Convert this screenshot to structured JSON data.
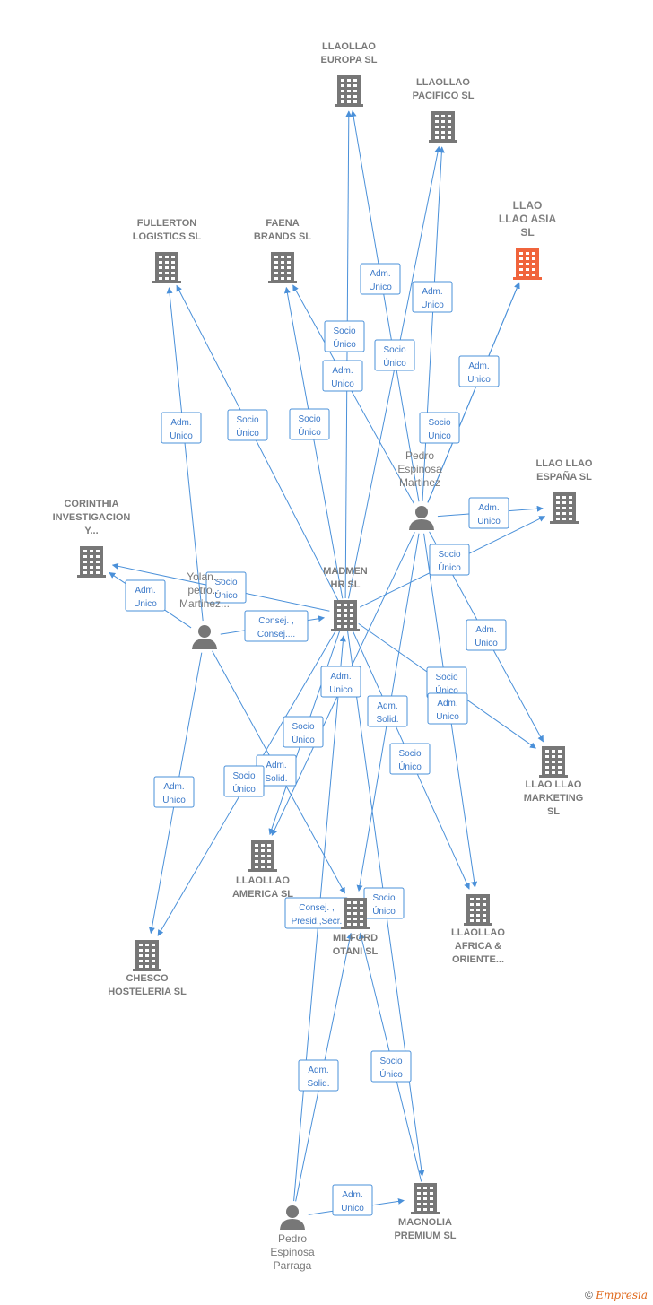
{
  "nodes": [
    {
      "id": "llaollao_europa",
      "type": "company",
      "label": [
        "LLAOLLAO",
        "EUROPA  SL"
      ]
    },
    {
      "id": "llaollao_pacifico",
      "type": "company",
      "label": [
        "LLAOLLAO",
        "PACIFICO  SL"
      ]
    },
    {
      "id": "llao_asia",
      "type": "company",
      "focus": true,
      "label": [
        "LLAO",
        "LLAO ASIA",
        "SL"
      ]
    },
    {
      "id": "fullerton",
      "type": "company",
      "label": [
        "FULLERTON",
        "LOGISTICS  SL"
      ]
    },
    {
      "id": "faena",
      "type": "company",
      "label": [
        "FAENA",
        "BRANDS  SL"
      ]
    },
    {
      "id": "pedro_martinez",
      "type": "person",
      "label": [
        "Pedro",
        "Espinosa",
        "Martinez"
      ]
    },
    {
      "id": "llao_espana",
      "type": "company",
      "label": [
        "LLAO LLAO",
        "ESPAÑA  SL"
      ]
    },
    {
      "id": "corinthia",
      "type": "company",
      "label": [
        "CORINTHIA",
        "INVESTIGACION",
        "Y..."
      ]
    },
    {
      "id": "yolanda",
      "type": "person",
      "label": [
        "Yolan...",
        "petro...",
        "Martinez..."
      ]
    },
    {
      "id": "madmen",
      "type": "company",
      "label": [
        "MADMEN",
        "HR  SL"
      ]
    },
    {
      "id": "llao_marketing",
      "type": "company",
      "label": [
        "LLAO LLAO",
        "MARKETING",
        "SL"
      ]
    },
    {
      "id": "llaollao_america",
      "type": "company",
      "label": [
        "LLAOLLAO",
        "AMERICA  SL"
      ]
    },
    {
      "id": "milford",
      "type": "company",
      "label": [
        "MILFORD",
        "OTANI  SL"
      ]
    },
    {
      "id": "llaollao_africa",
      "type": "company",
      "label": [
        "LLAOLLAO",
        "AFRICA &",
        "ORIENTE..."
      ]
    },
    {
      "id": "chesco",
      "type": "company",
      "label": [
        "CHESCO",
        "HOSTELERIA SL"
      ]
    },
    {
      "id": "magnolia",
      "type": "company",
      "label": [
        "MAGNOLIA",
        "PREMIUM  SL"
      ]
    },
    {
      "id": "pedro_parraga",
      "type": "person",
      "label": [
        "Pedro",
        "Espinosa",
        "Parraga"
      ]
    }
  ],
  "edges": [
    {
      "from": "pedro_martinez",
      "to": "llaollao_europa",
      "label": [
        "Adm.",
        "Unico"
      ]
    },
    {
      "from": "madmen",
      "to": "llaollao_europa",
      "label": [
        "Socio",
        "Único"
      ]
    },
    {
      "from": "madmen",
      "to": "llaollao_pacifico",
      "label": [
        "Socio",
        "Único"
      ]
    },
    {
      "from": "pedro_martinez",
      "to": "llaollao_pacifico",
      "label": [
        "Adm.",
        "Unico"
      ]
    },
    {
      "from": "pedro_martinez",
      "to": "llao_asia",
      "label": [
        "Socio",
        "Único"
      ]
    },
    {
      "from": "pedro_martinez",
      "to": "llao_asia",
      "label": [
        "Adm.",
        "Unico"
      ]
    },
    {
      "from": "yolanda",
      "to": "fullerton",
      "label": [
        "Adm.",
        "Unico"
      ]
    },
    {
      "from": "madmen",
      "to": "fullerton",
      "label": [
        "Socio",
        "Único"
      ]
    },
    {
      "from": "madmen",
      "to": "faena",
      "label": [
        "Socio",
        "Único"
      ]
    },
    {
      "from": "pedro_martinez",
      "to": "faena",
      "label": [
        "Adm.",
        "Unico"
      ]
    },
    {
      "from": "pedro_martinez",
      "to": "llao_espana",
      "label": [
        "Adm.",
        "Unico"
      ]
    },
    {
      "from": "madmen",
      "to": "llao_espana",
      "label": [
        "Socio",
        "Único"
      ]
    },
    {
      "from": "madmen",
      "to": "corinthia",
      "label": [
        "Socio",
        "Único"
      ]
    },
    {
      "from": "yolanda",
      "to": "corinthia",
      "label": [
        "Adm.",
        "Unico"
      ]
    },
    {
      "from": "yolanda",
      "to": "madmen",
      "label": [
        "Consej. ,",
        "Consej...."
      ]
    },
    {
      "from": "pedro_martinez",
      "to": "llao_marketing",
      "label": [
        "Adm.",
        "Unico"
      ]
    },
    {
      "from": "madmen",
      "to": "llao_marketing",
      "label": [
        "Socio",
        "Único"
      ]
    },
    {
      "from": "pedro_martinez",
      "to": "llaollao_america",
      "label": [
        "Adm.",
        "Unico"
      ]
    },
    {
      "from": "madmen",
      "to": "llaollao_america",
      "label": [
        "Socio",
        "Único"
      ]
    },
    {
      "from": "yolanda",
      "to": "milford",
      "label": [
        "Adm.",
        "Solid."
      ]
    },
    {
      "from": "pedro_martinez",
      "to": "milford",
      "label": [
        "Adm.",
        "Solid."
      ]
    },
    {
      "from": "madmen",
      "to": "llaollao_africa",
      "label": [
        "Socio",
        "Único"
      ]
    },
    {
      "from": "pedro_martinez",
      "to": "llaollao_africa",
      "label": [
        "Adm.",
        "Unico"
      ]
    },
    {
      "from": "yolanda",
      "to": "chesco",
      "label": [
        "Adm.",
        "Unico"
      ]
    },
    {
      "from": "madmen",
      "to": "chesco",
      "label": [
        "Socio",
        "Único"
      ]
    },
    {
      "from": "pedro_parraga",
      "to": "madmen",
      "label": [
        "Consej. ,",
        "Presid.,Secr."
      ]
    },
    {
      "from": "madmen",
      "to": "magnolia",
      "label": [
        "Socio",
        "Único"
      ]
    },
    {
      "from": "pedro_parraga",
      "to": "milford",
      "label": [
        "Adm.",
        "Solid."
      ]
    },
    {
      "from": "magnolia",
      "to": "milford",
      "label": [
        "Socio",
        "Único"
      ]
    },
    {
      "from": "pedro_parraga",
      "to": "magnolia",
      "label": [
        "Adm.",
        "Unico"
      ]
    }
  ],
  "colors": {
    "edge": "#4a90d9",
    "edge_text": "#3a78c8",
    "node": "#777777",
    "focus": "#f0643c",
    "label": "#7a7a7a"
  },
  "footer": {
    "copyright": "©",
    "brand": "Empresia"
  }
}
